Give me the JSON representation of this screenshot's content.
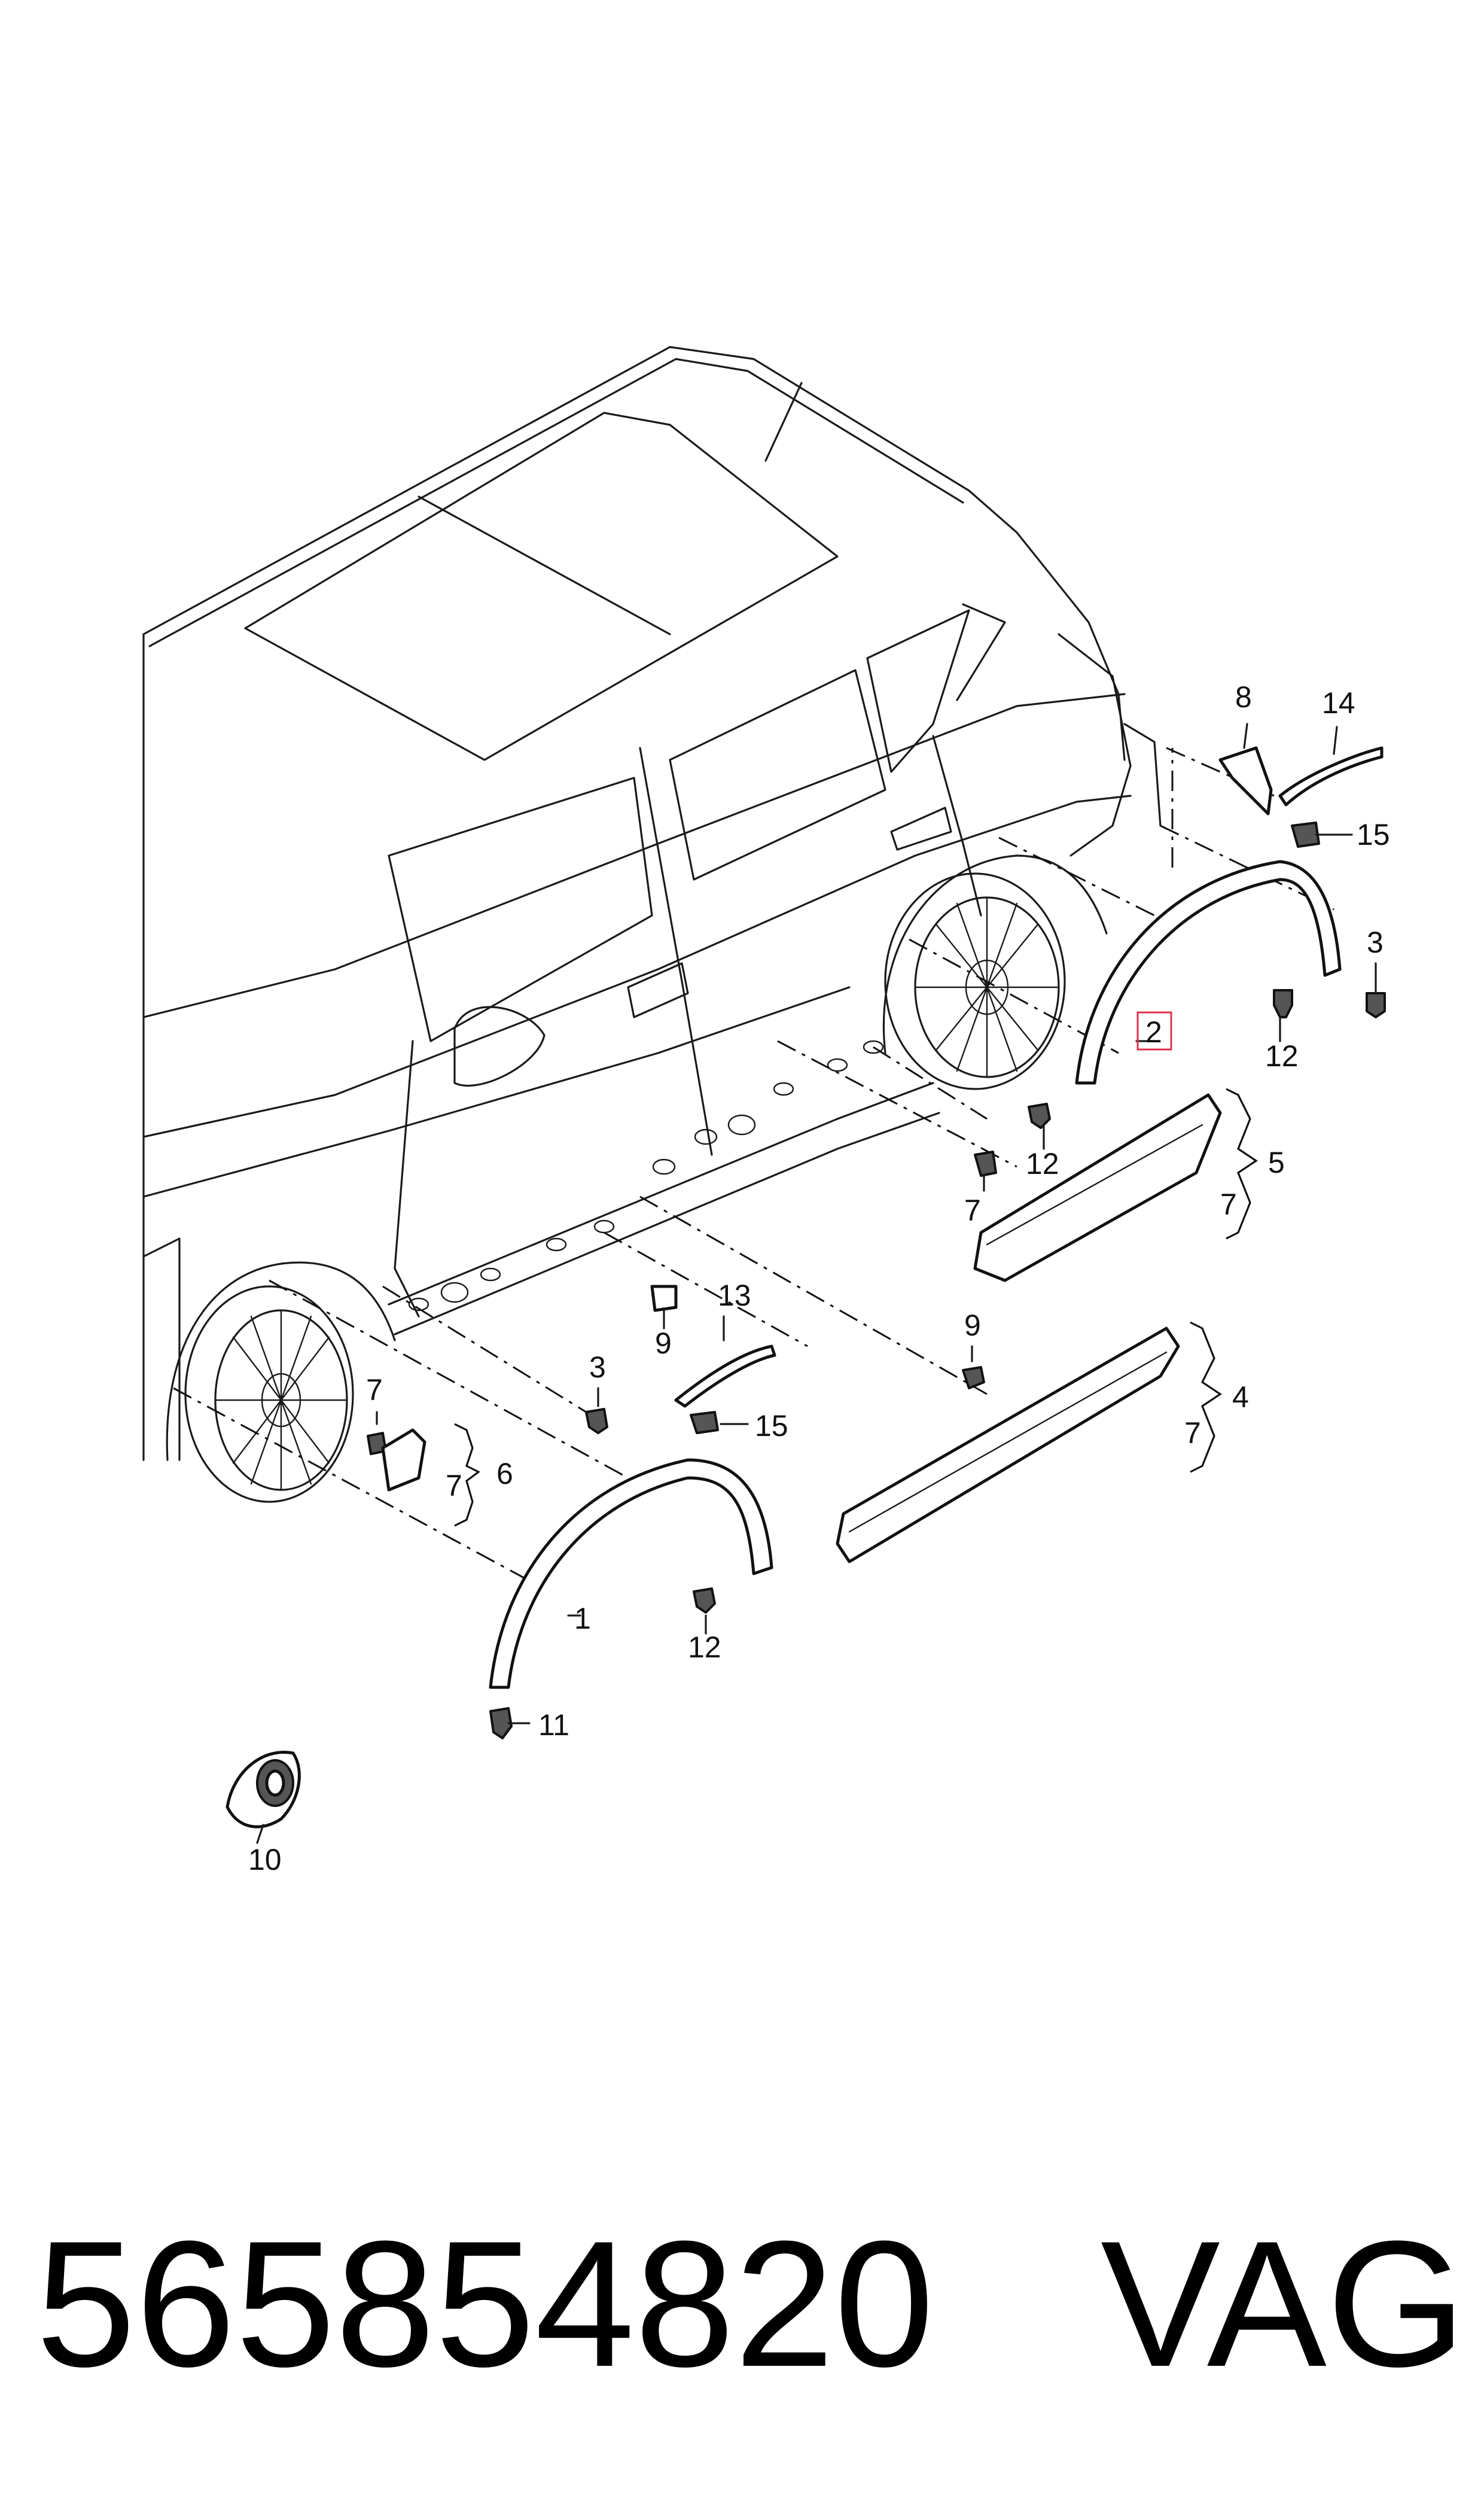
{
  "callouts": {
    "c1": "1",
    "c2": "2",
    "c3a": "3",
    "c3b": "3",
    "c4": "4",
    "c5": "5",
    "c6": "6",
    "c7a": "7",
    "c7b": "7",
    "c7c": "7",
    "c7d": "7",
    "c7e": "7",
    "c8": "8",
    "c9a": "9",
    "c9b": "9",
    "c10": "10",
    "c11": "11",
    "c12a": "12",
    "c12b": "12",
    "c12c": "12",
    "c13": "13",
    "c14": "14",
    "c15a": "15",
    "c15b": "15"
  },
  "highlighted_callout": "2",
  "highlight_color": "#e0304a",
  "footer": {
    "part_number": "565854820",
    "brand": "VAG"
  }
}
